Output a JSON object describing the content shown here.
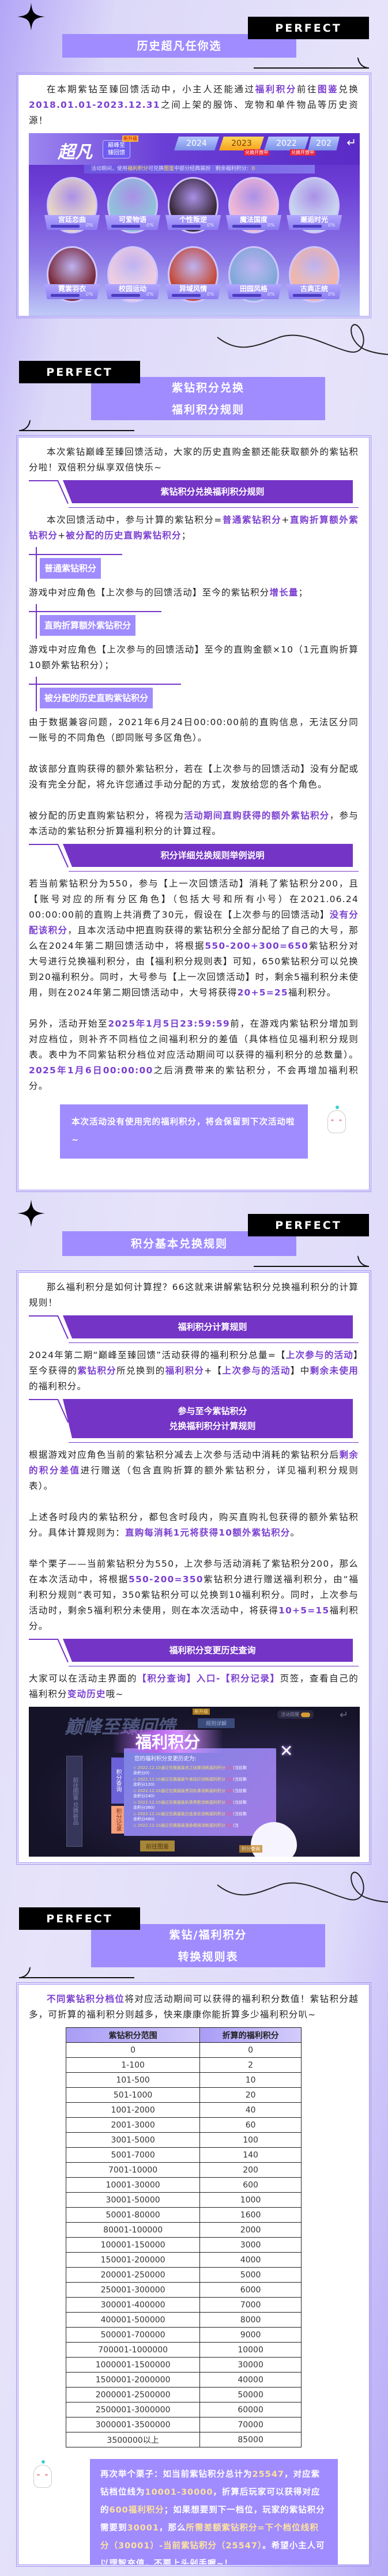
{
  "colors": {
    "accent": "#7b3fd0",
    "banner": "#7434c6",
    "title_box": "#a08cff",
    "callout_highlight": "#ffe39a"
  },
  "perfect_label": "PERFECT",
  "sections": [
    {
      "title": [
        "历史超凡任你选"
      ]
    },
    {
      "title": [
        "紫钻积分兑换",
        "福利积分规则"
      ]
    },
    {
      "title": [
        "积分基本兑换规则"
      ]
    },
    {
      "title": [
        "紫钻/福利积分",
        "转换规则表"
      ]
    }
  ],
  "cards": [
    {
      "blocks": [
        {
          "type": "p",
          "ind": true,
          "segs": [
            [
              "在本期紫钻至臻回馈活动中，小主人还能通过",
              0
            ],
            [
              "福利积分",
              1
            ],
            [
              "前往",
              0
            ],
            [
              "图鉴",
              1
            ],
            [
              "兑换",
              0
            ],
            [
              "2018.01.01-2023.12.31",
              1
            ],
            [
              "之间上架的服饰、宠物和单件物品等历史资源！",
              0
            ]
          ]
        },
        {
          "type": "shot1"
        }
      ]
    },
    {
      "blocks": [
        {
          "type": "p",
          "ind": true,
          "segs": [
            [
              "本次紫钻巅峰至臻回馈活动，大家的历史直购金额还能获取额外的紫钻积分啦！双倍积分纵享双倍快乐~",
              0
            ]
          ]
        },
        {
          "type": "banner",
          "lines": [
            "紫钻积分兑换福利积分规则"
          ]
        },
        {
          "type": "p",
          "ind": true,
          "segs": [
            [
              "本次回馈活动中，参与计算的紫钻积分=",
              0
            ],
            [
              "普通紫钻积分",
              1
            ],
            [
              "+",
              0
            ],
            [
              "直购折算额外紫钻积分",
              1
            ],
            [
              "+",
              0
            ],
            [
              "被分配的历史直购紫钻积分",
              1
            ],
            [
              "；",
              0
            ]
          ]
        },
        {
          "type": "sub",
          "text": "普通紫钻积分"
        },
        {
          "type": "p",
          "segs": [
            [
              "游戏中对应角色【上次参与的回馈活动】至今的紫钻积分",
              0
            ],
            [
              "增长量",
              1
            ],
            [
              "；",
              0
            ]
          ]
        },
        {
          "type": "sub",
          "text": "直购折算额外紫钻积分"
        },
        {
          "type": "p",
          "segs": [
            [
              "游戏中对应角色【上次参与的回馈活动】至今的直购金额×10（1元直购折算10额外紫钻积分）；",
              0
            ]
          ]
        },
        {
          "type": "sub",
          "text": "被分配的历史直购紫钻积分"
        },
        {
          "type": "p",
          "segs": [
            [
              "由于数据兼容问题，2021年6月24日00:00:00前的直购信息，无法区分同一账号的不同角色（即同账号多区角色）。",
              0
            ]
          ]
        },
        {
          "type": "gap"
        },
        {
          "type": "p",
          "segs": [
            [
              "故该部分直购获得的额外紫钻积分，若在【上次参与的回馈活动】没有分配或没有完全分配，将允许您通过手动分配的方式，发放给您的各个角色。",
              0
            ]
          ]
        },
        {
          "type": "gap"
        },
        {
          "type": "p",
          "segs": [
            [
              "被分配的历史直购紫钻积分，将视为",
              0
            ],
            [
              "活动期间直购获得的额外紫钻积分",
              1
            ],
            [
              "，参与本活动的紫钻积分折算福利积分的计算过程。",
              0
            ]
          ]
        },
        {
          "type": "banner",
          "lines": [
            "积分详细兑换规则举例说明"
          ]
        },
        {
          "type": "p",
          "segs": [
            [
              "若当前紫钻积分为550，参与【上一次回馈活动】消耗了紫钻积分200，且【账号对应的所有分区角色】（包括大号和所有小号）在2021.06.24 00:00:00前的直购上共消费了30元，假设在【上次参与的回馈活动】",
              0
            ],
            [
              "没有分配该积分",
              1
            ],
            [
              "，且本次活动中把直购获得的紫钻积分全部分配给了自己的大号，那么在2024年第二期回馈活动中，将根据",
              0
            ],
            [
              "550-200+300=650",
              1
            ],
            [
              "紫钻积分对大号进行兑换福利积分，由【福利积分规则表】可知，650紫钻积分可以兑换到20福利积分。同时，大号参与【上一次回馈活动】时，剩余5福利积分未使用，则在2024年第二期回馈活动中，大号将获得",
              0
            ],
            [
              "20+5=25",
              1
            ],
            [
              "福利积分。",
              0
            ]
          ]
        },
        {
          "type": "gap"
        },
        {
          "type": "p",
          "segs": [
            [
              "另外，活动开始至",
              0
            ],
            [
              "2025年1月5日23:59:59",
              1
            ],
            [
              "前，在游戏内紫钻积分增加到对应档位，则补齐不同档位之间福利积分的差值（具体档位见福利积分规则表。表中为不同紫钻积分档位对应活动期间可以获得的福利积分的总数量）。",
              0
            ],
            [
              "2025年1月6日00:00:00",
              1
            ],
            [
              "之后消费带来的紫钻积分，不会再增加福利积分。",
              0
            ]
          ]
        },
        {
          "type": "callout",
          "side": "right",
          "segs": [
            [
              "本次活动没有使用完的福利积分，将会保留到下次活动啦~",
              0
            ]
          ]
        }
      ]
    },
    {
      "blocks": [
        {
          "type": "p",
          "ind": true,
          "segs": [
            [
              "那么福利积分是如何计算捏？66这就来讲解紫钻积分兑换福利积分的计算规则！",
              0
            ]
          ]
        },
        {
          "type": "banner",
          "lines": [
            "福利积分计算规则"
          ]
        },
        {
          "type": "p",
          "segs": [
            [
              "2024年第二期“巅峰至臻回馈”活动获得的福利积分总量=【",
              0
            ],
            [
              "上次参与的活动",
              1
            ],
            [
              "】至今获得的",
              0
            ],
            [
              "紫钻积分",
              1
            ],
            [
              "所兑换到的",
              0
            ],
            [
              "福利积分",
              1
            ],
            [
              "+【",
              0
            ],
            [
              "上次参与的活动",
              1
            ],
            [
              "】中",
              0
            ],
            [
              "剩余未使用",
              1
            ],
            [
              "的福利积分。",
              0
            ]
          ]
        },
        {
          "type": "banner",
          "lines": [
            "参与至今紫钻积分",
            "兑换福利积分计算规则"
          ]
        },
        {
          "type": "p",
          "segs": [
            [
              "根据游戏对应角色当前的紫钻积分减去上次参与活动中消耗的紫钻积分后",
              0
            ],
            [
              "剩余的积分差值",
              1
            ],
            [
              "进行赠送（包含直购折算的额外紫钻积分，详见福利积分规则表）。",
              0
            ]
          ]
        },
        {
          "type": "gap"
        },
        {
          "type": "p",
          "segs": [
            [
              "上述各时段内的紫钻积分，都包含时段内，购买直购礼包获得的额外紫钻积分。具体计算规则为：",
              0
            ],
            [
              "直购每消耗1元将获得10额外紫钻积分",
              1
            ],
            [
              "。",
              0
            ]
          ]
        },
        {
          "type": "gap"
        },
        {
          "type": "p",
          "segs": [
            [
              "举个栗子——当前紫钻积分为550，上次参与活动消耗了紫钻积分200，那么在本次活动中，将根据",
              0
            ],
            [
              "550-200=350",
              1
            ],
            [
              "紫钻积分进行赠送福利积分，由“福利积分规则”表可知，350紫钻积分可以兑换到10福利积分。同时，上次参与活动时，剩余5福利积分未使用，则在本次活动中，将获得",
              0
            ],
            [
              "10+5=15",
              1
            ],
            [
              "福利积分。",
              0
            ]
          ]
        },
        {
          "type": "banner",
          "lines": [
            "福利积分变更历史查询"
          ]
        },
        {
          "type": "p",
          "segs": [
            [
              "大家可以在活动主界面的",
              0
            ],
            [
              "【积分查询】入口-【积分记录】",
              1
            ],
            [
              "页签，查看自己的福利积分",
              0
            ],
            [
              "变动历史",
              1
            ],
            [
              "哦~",
              0
            ]
          ]
        },
        {
          "type": "shot2"
        }
      ]
    },
    {
      "blocks": [
        {
          "type": "p",
          "ind": true,
          "segs": [
            [
              "不同紫钻积分档位",
              1
            ],
            [
              "将对应活动期间可以获得的福利积分数值！紫钻积分越多，可折算的福利积分则越多，快来康康你能折算多少福利积分叭~",
              0
            ]
          ]
        },
        {
          "type": "table"
        },
        {
          "type": "callout",
          "side": "left",
          "segs": [
            [
              "再次举个栗子：如当前紫钻积分总计为",
              0
            ],
            [
              "25547",
              2
            ],
            [
              "，对应紫钻档位线为",
              0
            ],
            [
              "10001-30000",
              2
            ],
            [
              "，折算后玩家可以获得对应的",
              0
            ],
            [
              "600福利积分",
              2
            ],
            [
              "；如果想要到下一档位，玩家的紫钻积分需要到",
              0
            ],
            [
              "30001",
              2
            ],
            [
              "，那么",
              0
            ],
            [
              "所需差额紫钻积分=下个档位线积分（30001）-当前紫钻积分（25547）",
              2
            ],
            [
              "。希望小主人可以理智充值，不要上头剁手喔~！",
              0
            ]
          ]
        }
      ]
    }
  ],
  "table": {
    "headers": [
      "紫钻积分范围",
      "折算的福利积分"
    ],
    "rows": [
      [
        "0",
        "0"
      ],
      [
        "1-100",
        "2"
      ],
      [
        "101-500",
        "10"
      ],
      [
        "501-1000",
        "20"
      ],
      [
        "1001-2000",
        "40"
      ],
      [
        "2001-3000",
        "60"
      ],
      [
        "3001-5000",
        "100"
      ],
      [
        "5001-7000",
        "140"
      ],
      [
        "7001-10000",
        "200"
      ],
      [
        "10001-30000",
        "600"
      ],
      [
        "30001-50000",
        "1000"
      ],
      [
        "50001-80000",
        "1600"
      ],
      [
        "80001-100000",
        "2000"
      ],
      [
        "100001-150000",
        "3000"
      ],
      [
        "150001-200000",
        "4000"
      ],
      [
        "200001-250000",
        "5000"
      ],
      [
        "250001-300000",
        "6000"
      ],
      [
        "300001-400000",
        "7000"
      ],
      [
        "400001-500000",
        "8000"
      ],
      [
        "500001-700000",
        "9000"
      ],
      [
        "700001-1000000",
        "10000"
      ],
      [
        "1000001-1500000",
        "30000"
      ],
      [
        "1500001-2000000",
        "40000"
      ],
      [
        "2000001-2500000",
        "50000"
      ],
      [
        "2500001-3000000",
        "60000"
      ],
      [
        "3000001-3500000",
        "70000"
      ],
      [
        "3500000以上",
        "85000"
      ]
    ]
  },
  "shot1": {
    "logo": "超凡",
    "badge": "巅峰至臻回馈",
    "new_tag": "新升级",
    "tabs": [
      "2024",
      "2023",
      "2022",
      "202"
    ],
    "tab_active": "2023",
    "open_label": "兑换开放中",
    "strip_pre": "活动期间，使用",
    "strip_hl1": "福利积分",
    "strip_mid": "可兑换",
    "strip_hl2": "图鉴",
    "strip_post": "中部分经典装扮",
    "remaining_label": "剩余福利积分:",
    "remaining_value": "0",
    "themes": [
      {
        "name": "宫廷恋曲",
        "pct": "0%"
      },
      {
        "name": "可爱物语",
        "pct": "0%"
      },
      {
        "name": "个性叛逆",
        "pct": "0%"
      },
      {
        "name": "魔法国度",
        "pct": "0%"
      },
      {
        "name": "邂逅时光",
        "pct": "0%"
      },
      {
        "name": "霓裳羽衣",
        "pct": "0%"
      },
      {
        "name": "校园运动",
        "pct": "0%"
      },
      {
        "name": "异域风情",
        "pct": "0%"
      },
      {
        "name": "田园风格",
        "pct": "0%"
      },
      {
        "name": "古典正统",
        "pct": "0%"
      }
    ]
  },
  "shot2": {
    "title": "巅峰至臻回馈",
    "new_tag": "新升级",
    "rule_btn": "规则详解",
    "remind": "活动提醒",
    "ribbon": "福利积分",
    "panel_head": "您的福利积分变更历史为:",
    "items": [
      {
        "text": "2022.12.10通过兑换服装赤之砝瑯消耗福利积分",
        "cost": "120",
        "rest": "(当前剩余积分0)"
      },
      {
        "text": "2022.12.10通过兑换服装午夜砝印消耗福利积分",
        "cost": "120",
        "rest": "(当前剩余积分120)"
      },
      {
        "text": "2022.12.10通过兑换服装黑羽执事消耗福利积分",
        "cost": "120",
        "rest": "(当前剩余积分240)"
      },
      {
        "text": "2022.12.10通过兑换服装执事黑鞋消耗福利积分",
        "cost": "120",
        "rest": "(当前剩余积分360)"
      },
      {
        "text": "2022.12.10通过兑换服装白金发丝消耗福利积分",
        "cost": "120",
        "rest": "(当前剩余积分480)"
      },
      {
        "text": "2022.12.10通过兑换服装酒香缠绵消耗福利积分",
        "cost": "120",
        "rest": "(当"
      }
    ],
    "side_tab1": "积分查询",
    "side_tab2": "积分记录",
    "left_col": "前往图鉴  兑换新品",
    "btn_goto": "前往图鉴",
    "btn_query": "积分查询"
  }
}
